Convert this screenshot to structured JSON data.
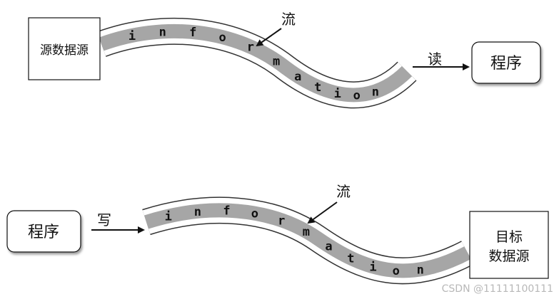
{
  "read_diagram": {
    "source_box": {
      "label": "源数据源"
    },
    "stream_label": "流",
    "stream_text": "information",
    "read_label": "读",
    "program_box": {
      "label": "程序"
    }
  },
  "write_diagram": {
    "program_box": {
      "label": "程序"
    },
    "write_label": "写",
    "stream_label": "流",
    "stream_text": "information",
    "target_box": {
      "line1": "目标",
      "line2": "数据源"
    }
  },
  "watermark": "CSDN @11111100111"
}
